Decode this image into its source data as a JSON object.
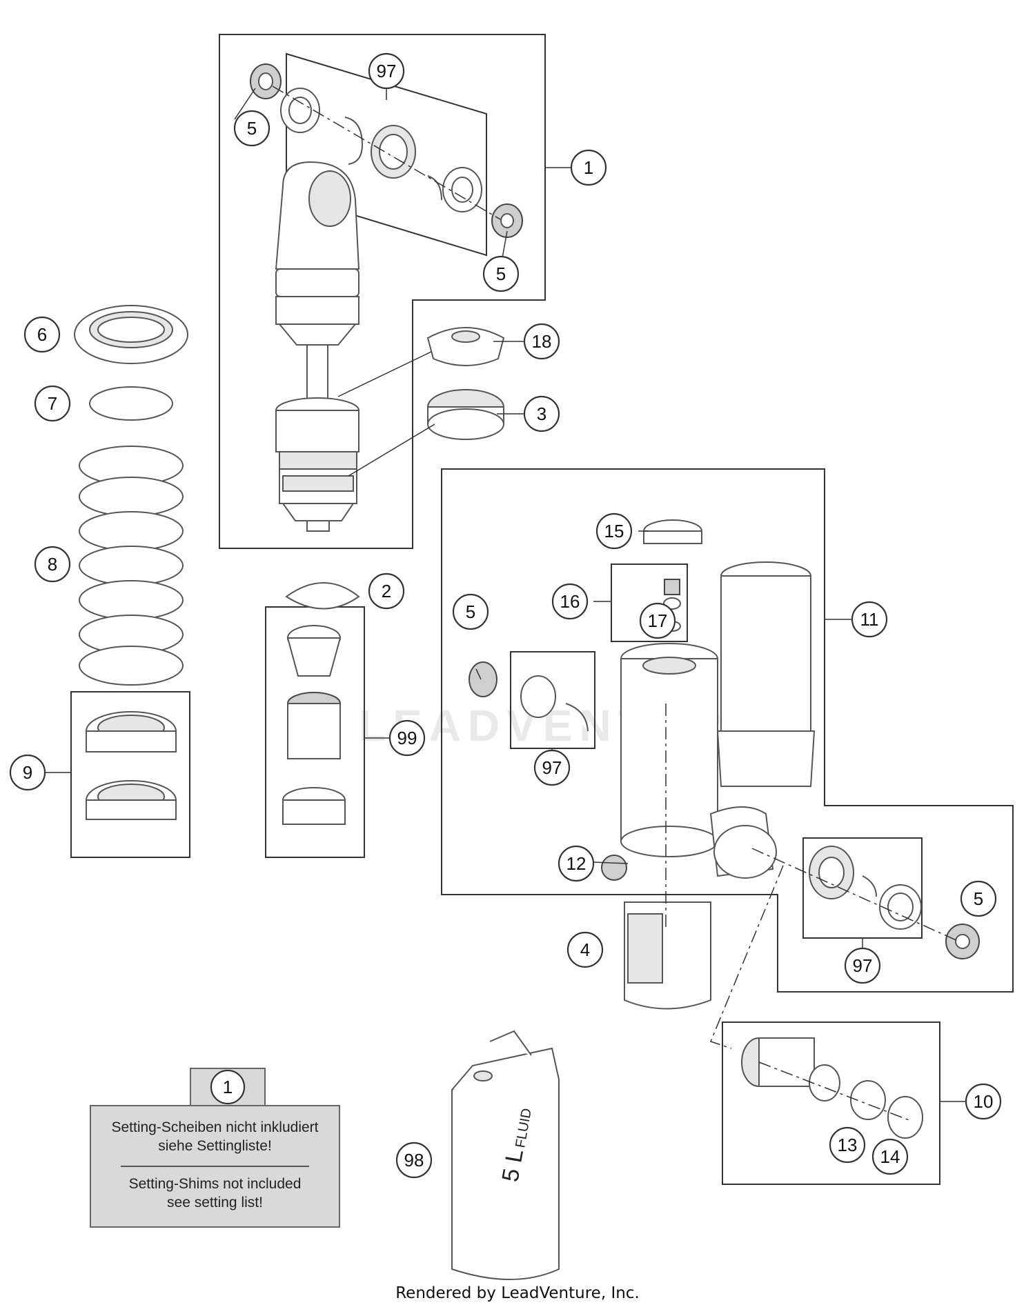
{
  "callouts": [
    {
      "id": "c97a",
      "label": "97"
    },
    {
      "id": "c5a",
      "label": "5"
    },
    {
      "id": "c1",
      "label": "1"
    },
    {
      "id": "c5b",
      "label": "5"
    },
    {
      "id": "c6",
      "label": "6"
    },
    {
      "id": "c18",
      "label": "18"
    },
    {
      "id": "c7",
      "label": "7"
    },
    {
      "id": "c3",
      "label": "3"
    },
    {
      "id": "c8",
      "label": "8"
    },
    {
      "id": "c15",
      "label": "15"
    },
    {
      "id": "c2",
      "label": "2"
    },
    {
      "id": "c16",
      "label": "16"
    },
    {
      "id": "c17",
      "label": "17"
    },
    {
      "id": "c5c",
      "label": "5"
    },
    {
      "id": "c11",
      "label": "11"
    },
    {
      "id": "c99",
      "label": "99"
    },
    {
      "id": "c97b",
      "label": "97"
    },
    {
      "id": "c9",
      "label": "9"
    },
    {
      "id": "c12",
      "label": "12"
    },
    {
      "id": "c5d",
      "label": "5"
    },
    {
      "id": "c4",
      "label": "4"
    },
    {
      "id": "c97c",
      "label": "97"
    },
    {
      "id": "c10",
      "label": "10"
    },
    {
      "id": "c13",
      "label": "13"
    },
    {
      "id": "c14",
      "label": "14"
    },
    {
      "id": "c98",
      "label": "98"
    },
    {
      "id": "c1n",
      "label": "1"
    }
  ],
  "note": {
    "line1": "Setting-Scheiben nicht inkludiert",
    "line2": "siehe Settingliste!",
    "line3": "Setting-Shims not included",
    "line4": "see setting list!"
  },
  "canister_label": {
    "fluid": "FLUID",
    "volume": "5 L"
  },
  "watermark": "LEADVENTURE",
  "footer": "Rendered by LeadVenture, Inc."
}
